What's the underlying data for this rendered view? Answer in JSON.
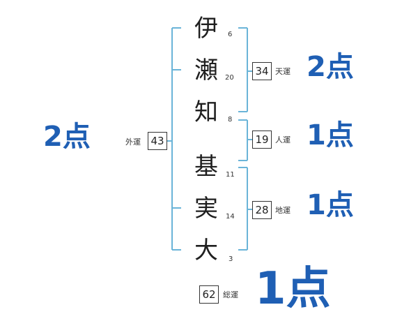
{
  "colors": {
    "bracket": "#6ab4d8",
    "score": "#1f5fb4",
    "text": "#1f1f1f"
  },
  "surname": [
    {
      "char": "伊",
      "strokes": "6"
    },
    {
      "char": "瀬",
      "strokes": "20"
    },
    {
      "char": "知",
      "strokes": "8"
    }
  ],
  "given": [
    {
      "char": "基",
      "strokes": "11"
    },
    {
      "char": "実",
      "strokes": "14"
    },
    {
      "char": "大",
      "strokes": "3"
    }
  ],
  "fortunes": {
    "tenkaku": {
      "label": "天運",
      "value": "34",
      "score": "2点"
    },
    "jinkaku": {
      "label": "人運",
      "value": "19",
      "score": "1点"
    },
    "chikaku": {
      "label": "地運",
      "value": "28",
      "score": "1点"
    },
    "gaikaku": {
      "label": "外運",
      "value": "43",
      "score": "2点"
    },
    "soukaku": {
      "label": "総運",
      "value": "62",
      "score": "1点"
    }
  }
}
